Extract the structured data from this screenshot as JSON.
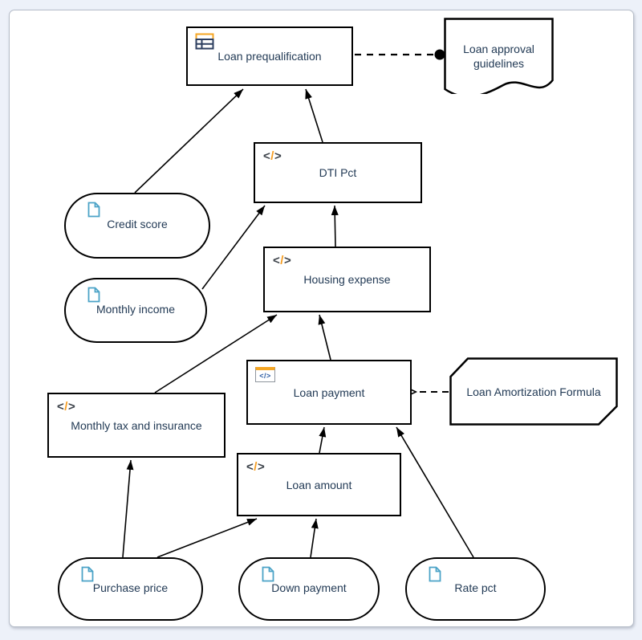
{
  "diagram": {
    "kind": "DMN decision requirements diagram",
    "palette": {
      "page_background": "#edf1f9",
      "canvas_background": "#ffffff",
      "canvas_border": "#b6bdc9",
      "node_border": "#000000",
      "label_color": "#223a55",
      "accent_orange": "#f59c20",
      "doc_icon_blue": "#4ba3c7",
      "table_icon_navy": "#2c3e5f",
      "boxed_icon_blue": "#2b5ba3"
    },
    "glyphs": {
      "code_open": "<",
      "code_slash": "/",
      "code_close": ">"
    },
    "nodes": {
      "loan_prequalification": {
        "label": "Loan prequalification",
        "type": "decision",
        "icon": "decision-table-icon"
      },
      "loan_approval_guidelines": {
        "label": "Loan approval guidelines",
        "type": "knowledge-source",
        "icon": "none"
      },
      "dti_pct": {
        "label": "DTI Pct",
        "type": "decision",
        "icon": "code-icon"
      },
      "credit_score": {
        "label": "Credit score",
        "type": "input-data",
        "icon": "document-icon"
      },
      "monthly_income": {
        "label": "Monthly income",
        "type": "input-data",
        "icon": "document-icon"
      },
      "housing_expense": {
        "label": "Housing expense",
        "type": "decision",
        "icon": "code-icon"
      },
      "loan_payment": {
        "label": "Loan payment",
        "type": "decision",
        "icon": "boxed-code-icon"
      },
      "loan_amortization_formula": {
        "label": "Loan Amortization Formula",
        "type": "business-knowledge-model",
        "icon": "none"
      },
      "monthly_tax_and_insurance": {
        "label": "Monthly tax and insurance",
        "type": "decision",
        "icon": "code-icon"
      },
      "loan_amount": {
        "label": "Loan amount",
        "type": "decision",
        "icon": "code-icon"
      },
      "purchase_price": {
        "label": "Purchase price",
        "type": "input-data",
        "icon": "document-icon"
      },
      "down_payment": {
        "label": "Down payment",
        "type": "input-data",
        "icon": "document-icon"
      },
      "rate_pct": {
        "label": "Rate pct",
        "type": "input-data",
        "icon": "document-icon"
      }
    },
    "edges": [
      {
        "from": "credit_score",
        "to": "loan_prequalification",
        "style": "solid-arrow"
      },
      {
        "from": "dti_pct",
        "to": "loan_prequalification",
        "style": "solid-arrow"
      },
      {
        "from": "monthly_income",
        "to": "dti_pct",
        "style": "solid-arrow"
      },
      {
        "from": "housing_expense",
        "to": "dti_pct",
        "style": "solid-arrow"
      },
      {
        "from": "monthly_tax_and_insurance",
        "to": "housing_expense",
        "style": "solid-arrow"
      },
      {
        "from": "loan_payment",
        "to": "housing_expense",
        "style": "solid-arrow"
      },
      {
        "from": "loan_amount",
        "to": "loan_payment",
        "style": "solid-arrow"
      },
      {
        "from": "rate_pct",
        "to": "loan_payment",
        "style": "solid-arrow"
      },
      {
        "from": "purchase_price",
        "to": "monthly_tax_and_insurance",
        "style": "solid-arrow"
      },
      {
        "from": "purchase_price",
        "to": "loan_amount",
        "style": "solid-arrow"
      },
      {
        "from": "down_payment",
        "to": "loan_amount",
        "style": "solid-arrow"
      },
      {
        "from": "loan_prequalification",
        "to": "loan_approval_guidelines",
        "style": "dashed-filled-circle"
      },
      {
        "from": "loan_amortization_formula",
        "to": "loan_payment",
        "style": "dashed-open-arrow"
      }
    ]
  }
}
